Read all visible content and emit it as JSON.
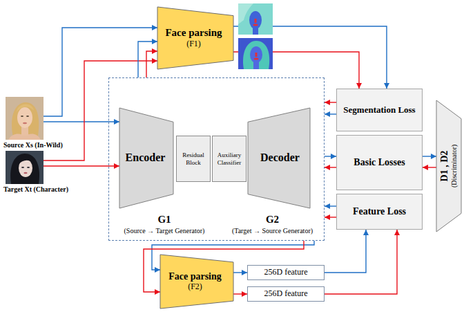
{
  "diagram": {
    "nodes": [
      {
        "text": [
          "Face parsing",
          "(F1)"
        ]
      },
      {
        "text": [
          "Source Xs (In-Wild)"
        ]
      },
      {
        "text": [
          "Target Xt (Character)"
        ]
      },
      {
        "text": [
          "G1",
          "(Source → Target Generator)",
          "G2",
          "(Target → Source Generator)"
        ]
      },
      {
        "text": [
          "Encoder"
        ],
        "in": 3
      },
      {
        "text": [
          "Residual Block"
        ],
        "in": 3
      },
      {
        "text": [
          "Auxiliary Classifier"
        ],
        "in": 3
      },
      {
        "text": [
          "Decoder"
        ],
        "in": 3
      },
      {
        "text": [
          "Segmentation Loss"
        ]
      },
      {
        "text": [
          "Basic Losses"
        ]
      },
      {
        "text": [
          "Feature Loss"
        ]
      },
      {
        "text": [
          "D1 , D2",
          "(Discriminator)"
        ]
      },
      {
        "text": [
          "Face parsing",
          "(F2)"
        ]
      },
      {
        "text": [
          "256D feature"
        ]
      },
      {
        "text": [
          "256D feature"
        ]
      }
    ],
    "edges": [
      {
        "from": 1,
        "to": 0,
        "arrow": "to"
      },
      {
        "from": 1,
        "to": 4,
        "arrow": "to"
      },
      {
        "from": 2,
        "to": 0,
        "arrow": "to"
      },
      {
        "from": 2,
        "to": 4,
        "arrow": "to"
      },
      {
        "from": 3,
        "to": 0,
        "arrow": "to"
      },
      {
        "from": 3,
        "to": 0,
        "arrow": "to"
      },
      {
        "from": 0,
        "to": 8,
        "arrow": "to"
      },
      {
        "from": 0,
        "to": 8,
        "arrow": "to"
      },
      {
        "from": 8,
        "to": 3,
        "arrow": "to"
      },
      {
        "from": 8,
        "to": 3,
        "arrow": "to"
      },
      {
        "from": 3,
        "to": 9,
        "arrow": "to"
      },
      {
        "from": 9,
        "to": 3,
        "arrow": "to"
      },
      {
        "from": 9,
        "to": 11,
        "arrow": "to"
      },
      {
        "from": 11,
        "to": 9,
        "arrow": "to"
      },
      {
        "from": 10,
        "to": 3,
        "arrow": "to"
      },
      {
        "from": 10,
        "to": 3,
        "arrow": "to"
      },
      {
        "from": 3,
        "to": 12,
        "arrow": "to"
      },
      {
        "from": 3,
        "to": 12,
        "arrow": "to"
      },
      {
        "from": 12,
        "to": 13,
        "arrow": "to"
      },
      {
        "from": 12,
        "to": 14,
        "arrow": "to"
      },
      {
        "from": 13,
        "to": 10,
        "arrow": "to"
      },
      {
        "from": 14,
        "to": 10,
        "arrow": "to"
      }
    ]
  }
}
